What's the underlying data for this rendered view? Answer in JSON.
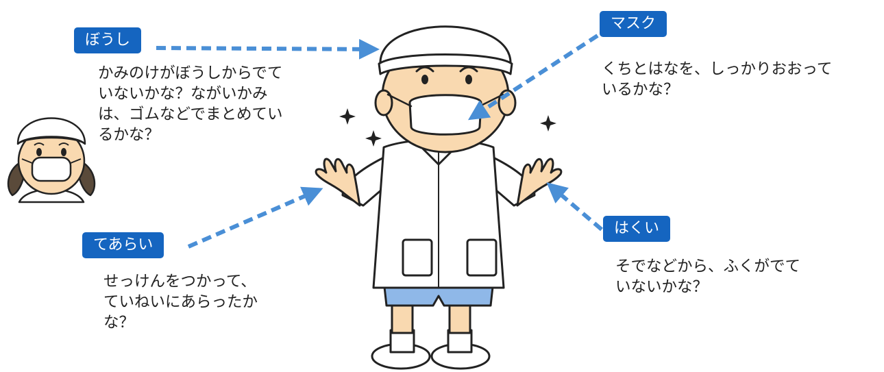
{
  "colors": {
    "label_bg": "#1565c0",
    "label_text": "#ffffff",
    "arrow": "#4a8fd6",
    "coat": "#ffffff",
    "shorts": "#8fb8e8",
    "skin": "#f9d9b0",
    "outline": "#222222"
  },
  "callouts": {
    "hat": {
      "label": "ぼうし",
      "text": "かみのけがぼうしからでて\nいないかな？ながいかみ\nは、ゴムなどでまとめてい\nるかな？"
    },
    "mask": {
      "label": "マスク",
      "text": "くちとはなを、しっかりおおって\nいるかな？"
    },
    "handwash": {
      "label": "てあらい",
      "text": "せっけんをつかって、\nていねいにあらったか\nな？"
    },
    "coat": {
      "label": "はくい",
      "text": "そでなどから、ふくがでて\nいないかな？"
    }
  }
}
